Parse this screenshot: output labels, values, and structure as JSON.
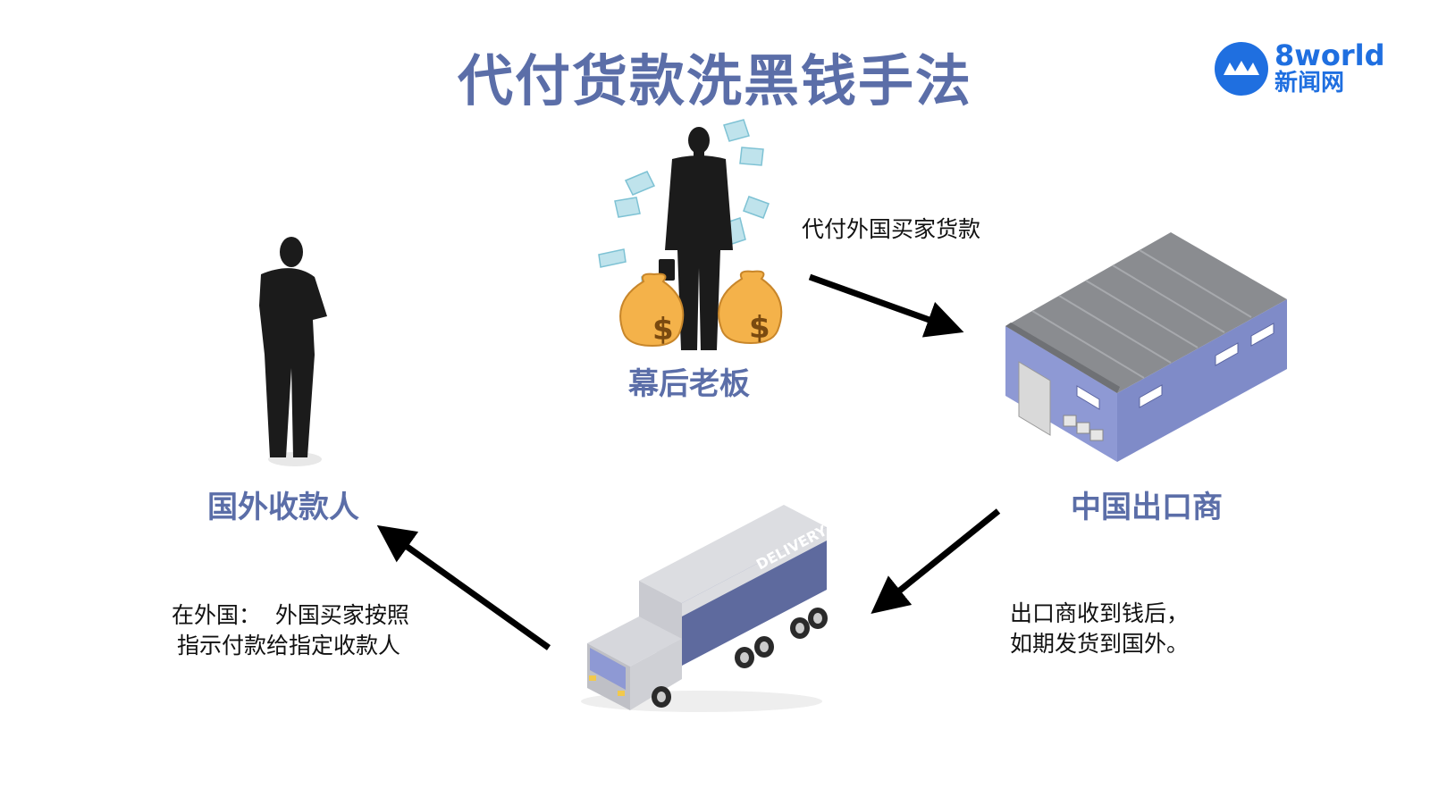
{
  "title": "代付货款洗黑钱手法",
  "logo": {
    "brand_line1": "8world",
    "brand_line2": "新闻网",
    "color": "#1f6fe0"
  },
  "nodes": {
    "boss": {
      "label": "幕后老板",
      "icon": "businessman-with-money-bags-icon"
    },
    "receiver": {
      "label": "国外收款人",
      "icon": "businessman-silhouette-icon"
    },
    "exporter": {
      "label": "中国出口商",
      "icon": "warehouse-icon"
    },
    "truck": {
      "icon": "delivery-truck-icon",
      "truck_text": "DELIVERY"
    }
  },
  "flows": {
    "boss_to_exporter": {
      "caption": "代付外国买家货款"
    },
    "exporter_to_truck": {
      "caption_lines": [
        "出口商收到钱后，",
        "如期发货到国外。"
      ]
    },
    "truck_to_receiver": {
      "caption_lines": [
        "在外国：  外国买家按照",
        "指示付款给指定收款人"
      ]
    }
  },
  "colors": {
    "title": "#5b6ea8",
    "label": "#5b6ea8",
    "arrow": "#000000",
    "building": "#8e99d4",
    "roof": "#8a8c90"
  }
}
